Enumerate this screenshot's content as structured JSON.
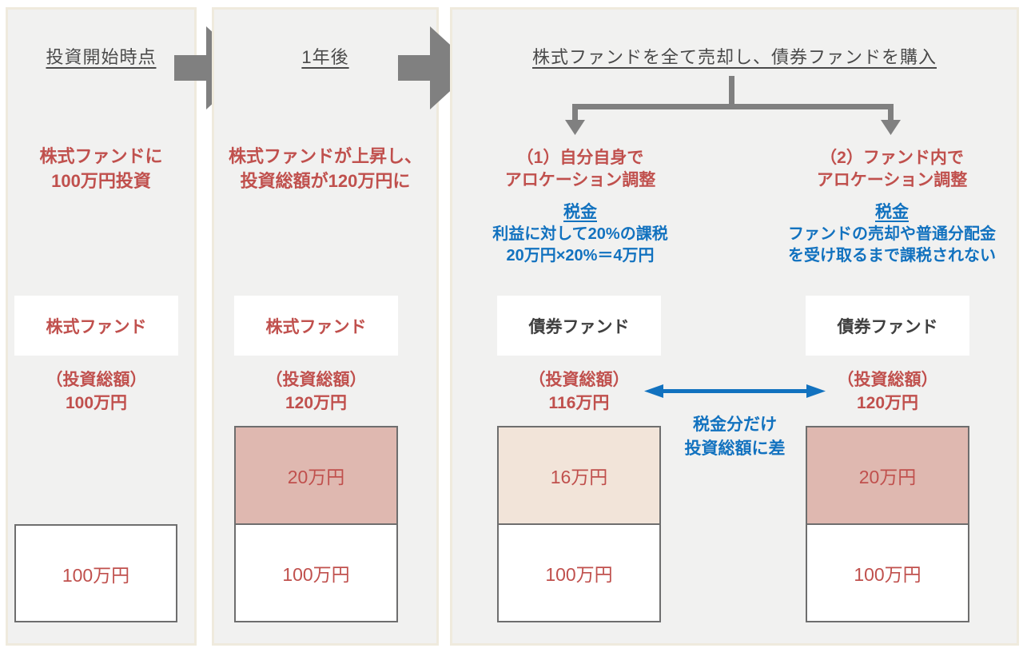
{
  "colors": {
    "red": "#c0504d",
    "blue": "#1272bf",
    "arrow_gray": "#808080",
    "heading_gray": "#4a4a4a",
    "gain_pink": "#dfb8b0",
    "gain_peach": "#f2e4d9",
    "panel_bg": "#f1f1f0"
  },
  "panel1": {
    "heading": "投資開始時点",
    "desc_line1": "株式ファンドに",
    "desc_line2": "100万円投資",
    "fund_label": "株式ファンド",
    "total_caption": "（投資総額）",
    "total_value": "100万円",
    "principal_value": "100万円"
  },
  "panel2": {
    "heading": "1年後",
    "desc_line1": "株式ファンドが上昇し、",
    "desc_line2": "投資総額が120万円に",
    "fund_label": "株式ファンド",
    "total_caption": "（投資総額）",
    "total_value": "120万円",
    "gain_value": "20万円",
    "principal_value": "100万円"
  },
  "panel3": {
    "heading": "株式ファンドを全て売却し、債券ファンドを購入",
    "option1": {
      "title_line1": "（1）自分自身で",
      "title_line2": "アロケーション調整",
      "tax_heading": "税金",
      "tax_line1": "利益に対して20%の課税",
      "tax_line2": "20万円×20%＝4万円",
      "fund_label": "債券ファンド",
      "total_caption": "（投資総額）",
      "total_value": "116万円",
      "gain_value": "16万円",
      "principal_value": "100万円"
    },
    "option2": {
      "title_line1": "（2）ファンド内で",
      "title_line2": "アロケーション調整",
      "tax_heading": "税金",
      "tax_line1": "ファンドの売却や普通分配金",
      "tax_line2": "を受け取るまで課税されない",
      "fund_label": "債券ファンド",
      "total_caption": "（投資総額）",
      "total_value": "120万円",
      "gain_value": "20万円",
      "principal_value": "100万円"
    },
    "difference_line1": "税金分だけ",
    "difference_line2": "投資総額に差"
  }
}
